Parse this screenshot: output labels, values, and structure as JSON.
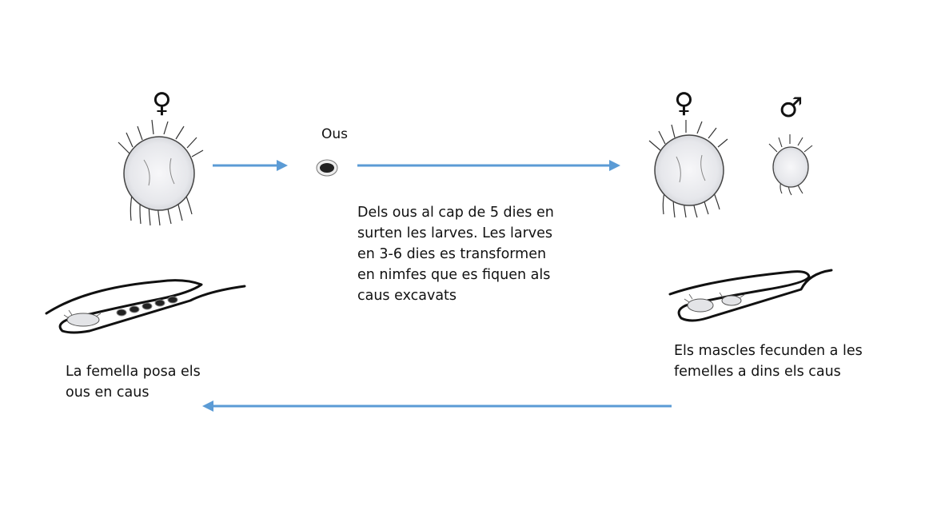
{
  "symbols": {
    "female": "♀",
    "male": "♂"
  },
  "labels": {
    "eggs": "Ous",
    "step_larvae": "Dels ous al cap de 5 dies en\nsurten les larves.  Les larves\nen 3-6 dies es transformen\nen nimfes que es fiquen als\ncaus excavats",
    "step_laying": "La femella posa els\nous en caus",
    "step_mating": "Els mascles fecunden a les\nfemelles a dins els caus"
  },
  "colors": {
    "arrow": "#5b9bd5",
    "ink": "#111111",
    "mite_fill": "#ebecef"
  }
}
